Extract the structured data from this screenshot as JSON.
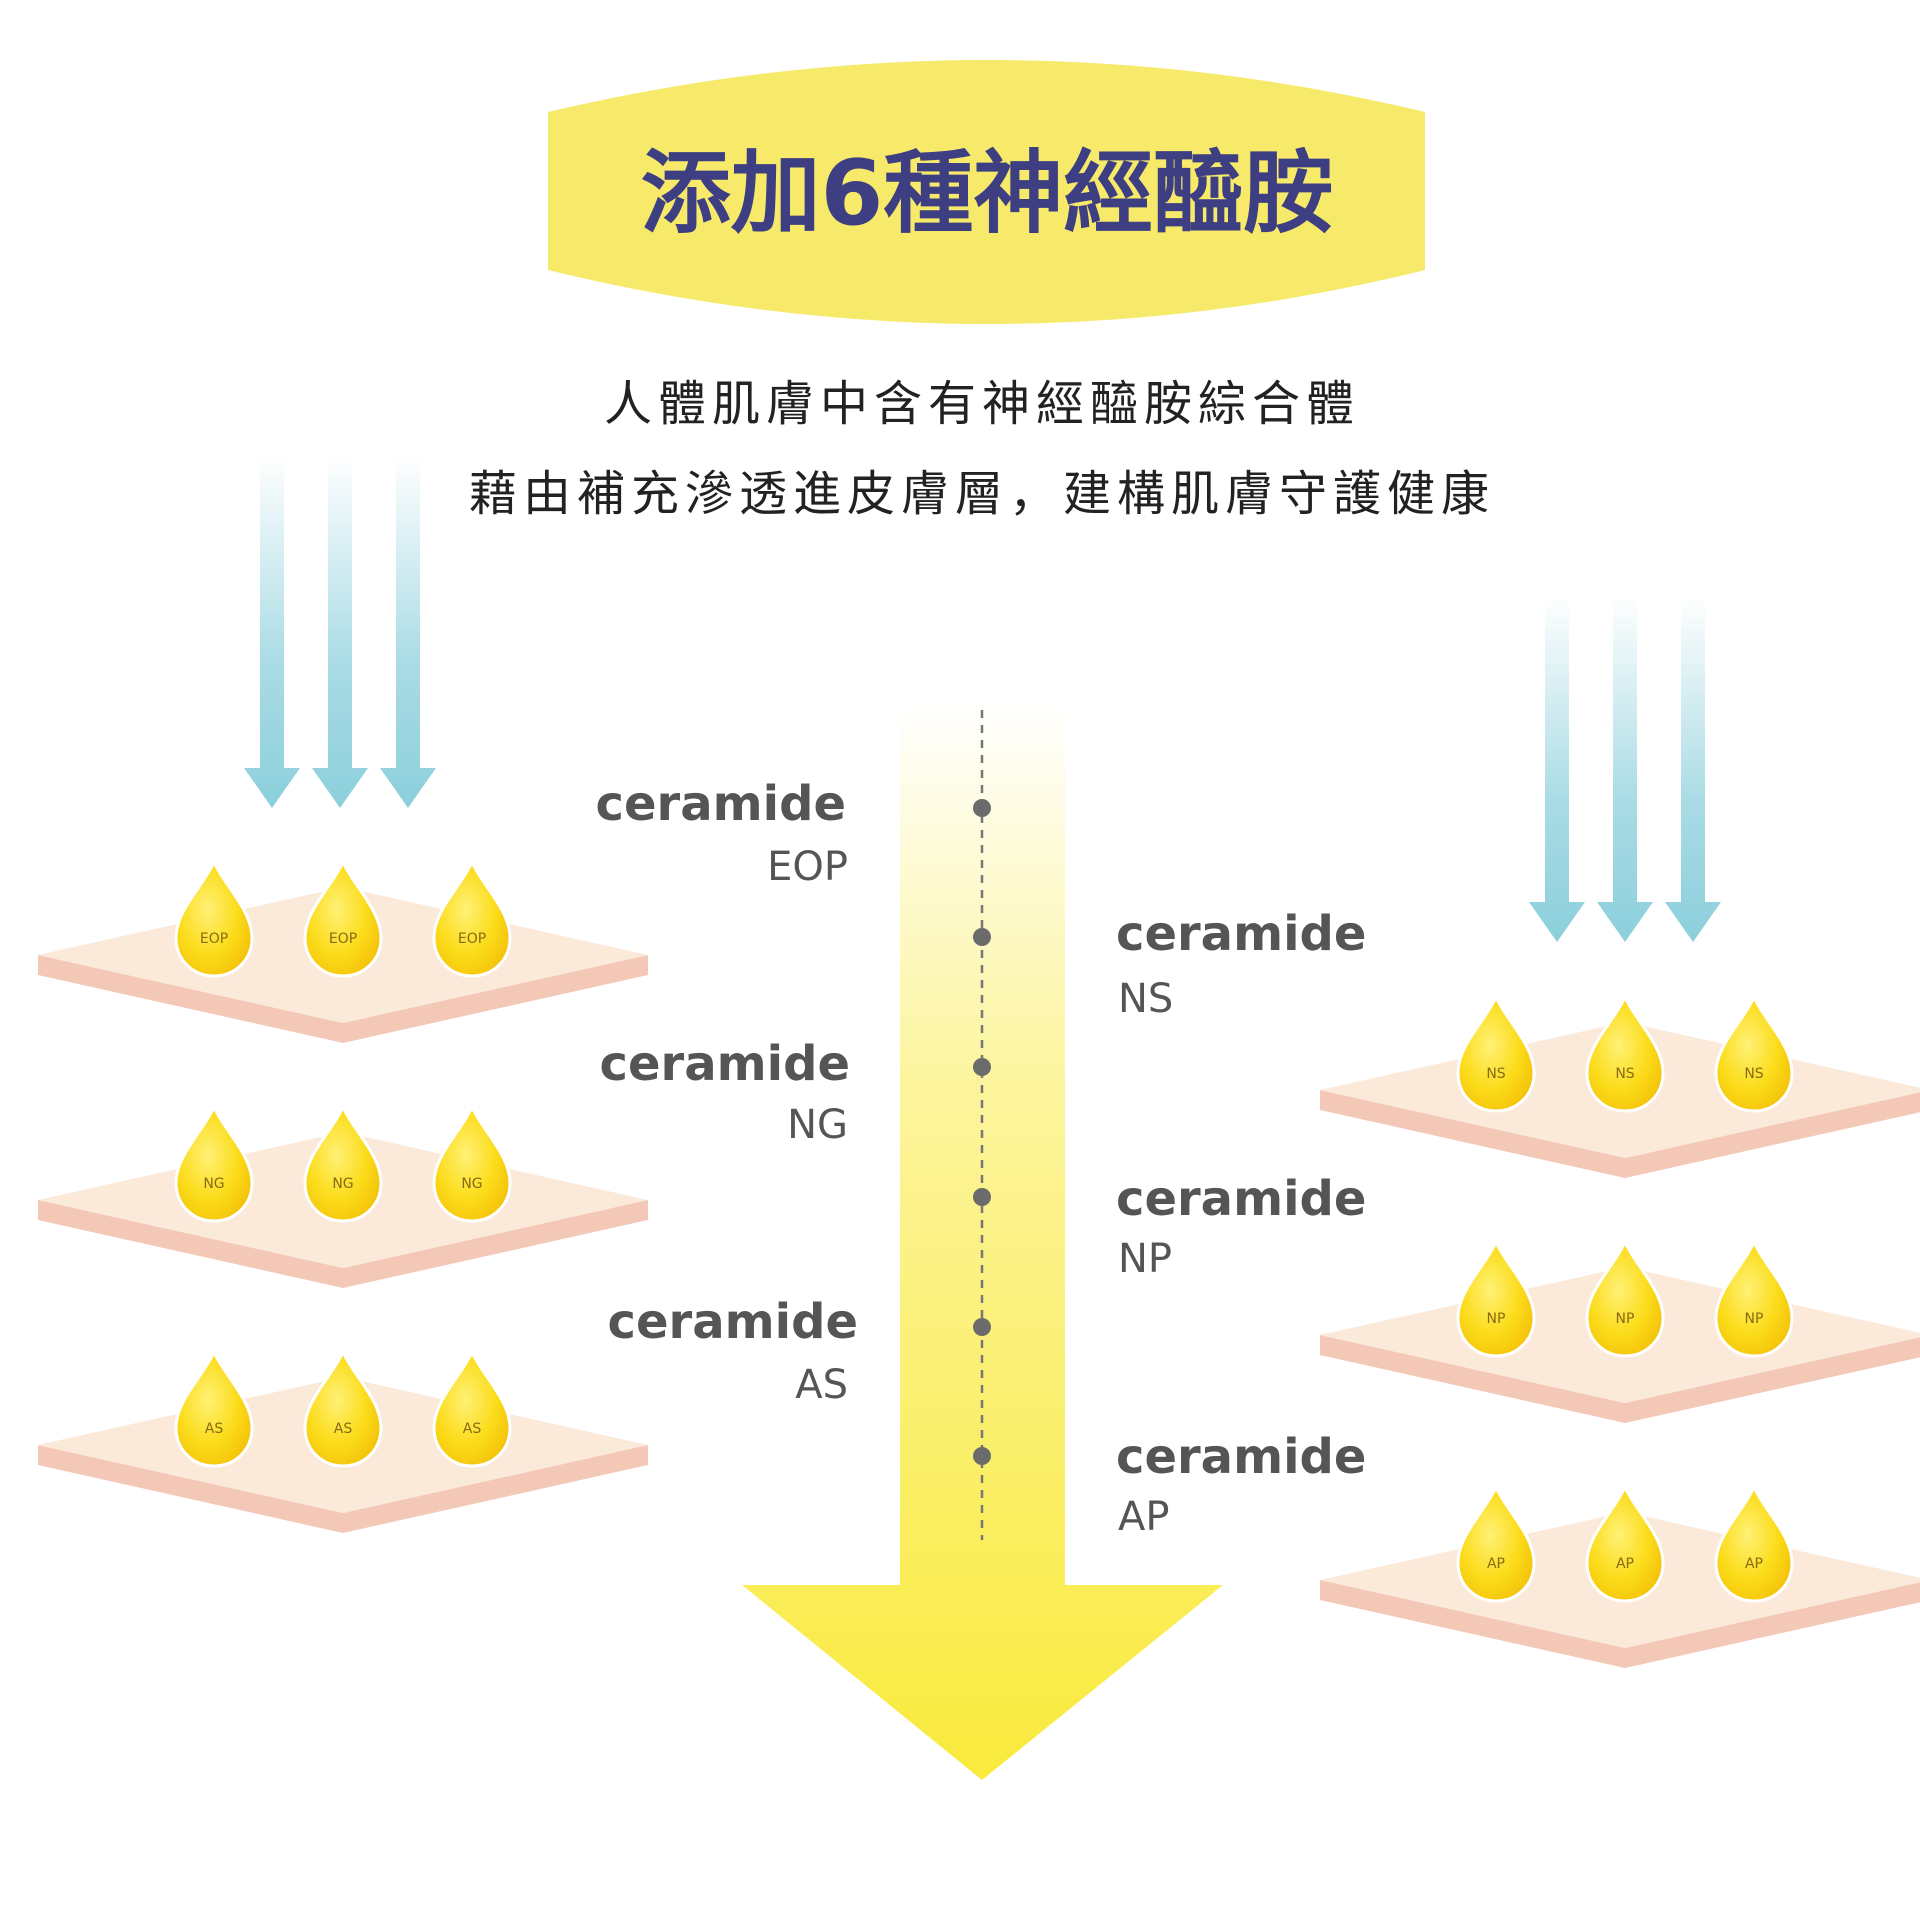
{
  "title": "添加6種神經醯胺",
  "subtitle_lines": [
    "人體肌膚中含有神經醯胺綜合體",
    "藉由補充滲透進皮膚層，建構肌膚守護健康"
  ],
  "ceramide_word": "ceramide",
  "ceramides": [
    "EOP",
    "NS",
    "NG",
    "NP",
    "AS",
    "AP"
  ],
  "left_layers": [
    "EOP",
    "NG",
    "AS"
  ],
  "right_layers": [
    "NS",
    "NP",
    "AP"
  ],
  "colors": {
    "banner": "#f7e96a",
    "title": "#3d3f82",
    "down_arrow": "#f9ea3c",
    "blue_arrows": "#8ccfdc",
    "drop": "#fbd60f",
    "skin_top": "#fbe9da",
    "skin_edge": "#f4c8b7"
  },
  "icons": [
    "blue-down-arrow-icon",
    "yellow-down-arrow-icon",
    "oil-drop-icon"
  ]
}
